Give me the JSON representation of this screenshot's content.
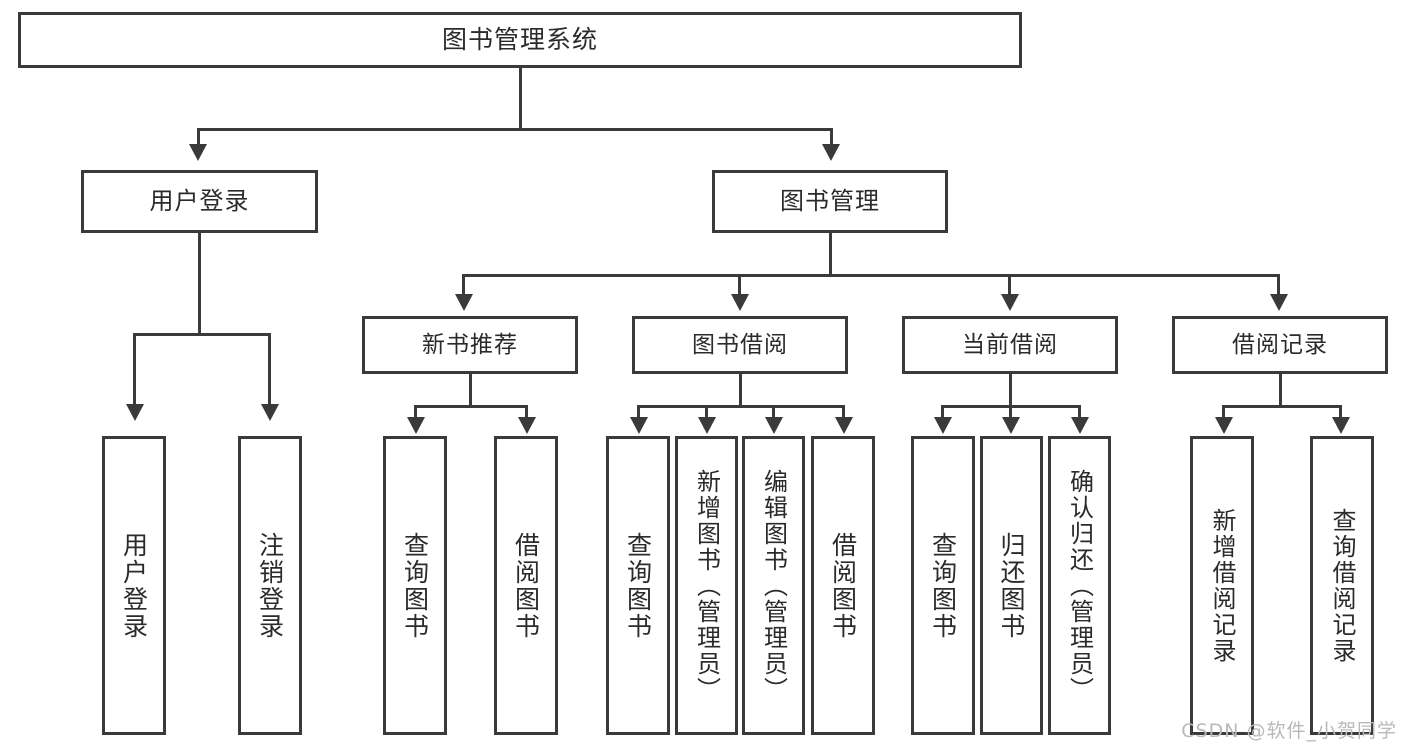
{
  "diagram": {
    "type": "tree-hierarchy",
    "title": "图书管理系统",
    "watermark": "CSDN @软件_小贺同学",
    "colors": {
      "stroke": "#3a3a3a",
      "fill": "#ffffff",
      "text": "#2b2b2b",
      "watermark": "#b9b9b9"
    },
    "root": {
      "label": "图书管理系统"
    },
    "level2": [
      {
        "label": "用户登录"
      },
      {
        "label": "图书管理"
      }
    ],
    "level3": [
      {
        "label": "新书推荐"
      },
      {
        "label": "图书借阅"
      },
      {
        "label": "当前借阅"
      },
      {
        "label": "借阅记录"
      }
    ],
    "leaves": {
      "user_login": [
        {
          "label": "用户登录"
        },
        {
          "label": "注销登录"
        }
      ],
      "new_book": [
        {
          "label": "查询图书"
        },
        {
          "label": "借阅图书"
        }
      ],
      "borrow": [
        {
          "label": "查询图书"
        },
        {
          "label": "新增图书（管理员）"
        },
        {
          "label": "编辑图书（管理员）"
        },
        {
          "label": "借阅图书"
        }
      ],
      "current": [
        {
          "label": "查询图书"
        },
        {
          "label": "归还图书"
        },
        {
          "label": "确认归还（管理员）"
        }
      ],
      "records": [
        {
          "label": "新增借阅记录"
        },
        {
          "label": "查询借阅记录"
        }
      ]
    }
  }
}
